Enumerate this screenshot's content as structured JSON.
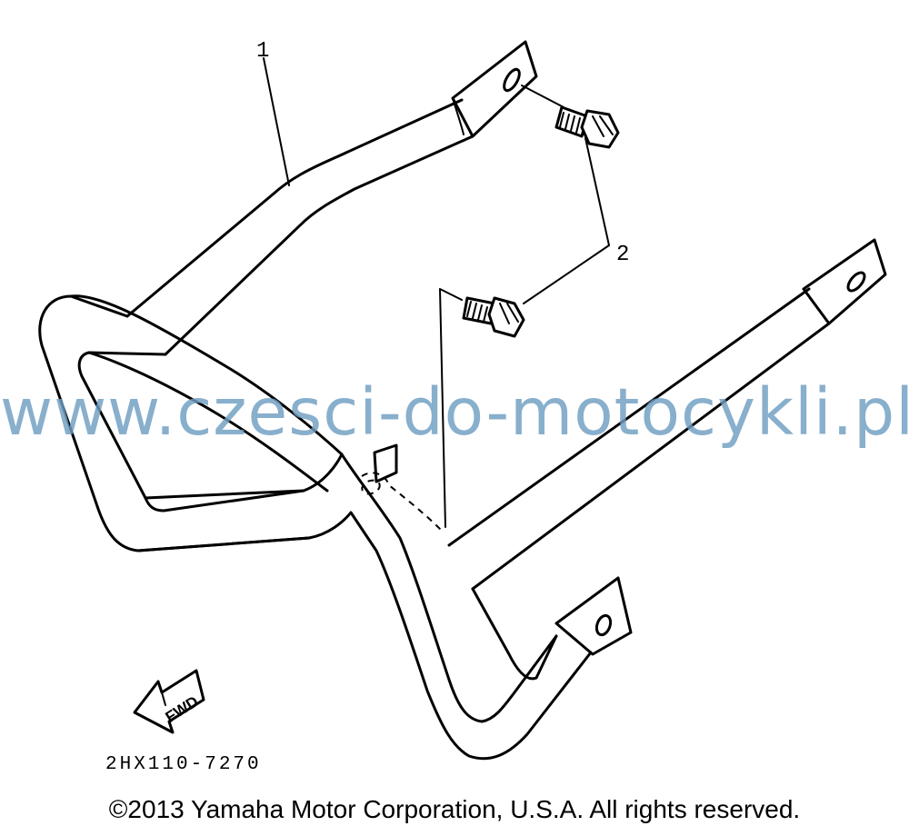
{
  "callouts": {
    "part_1": "1",
    "part_2": "2"
  },
  "direction_arrow": {
    "label": "FWD",
    "icon": "fwd-arrow-icon"
  },
  "diagram_code": "2HX110-7270",
  "watermark_text": "www.czesci-do-motocykli.pl",
  "copyright_text": "©2013 Yamaha Motor Corporation, U.S.A. All rights reserved.",
  "colors": {
    "line": "#000000",
    "background": "#ffffff",
    "watermark": "#6f9ec2"
  }
}
